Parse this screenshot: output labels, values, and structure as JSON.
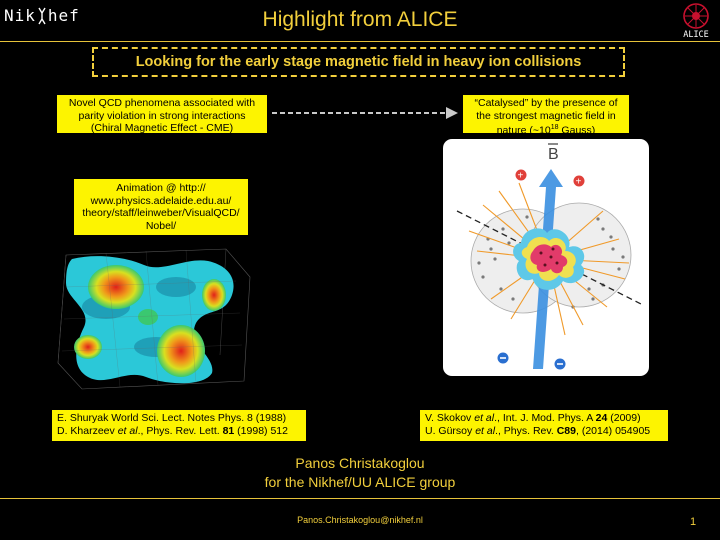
{
  "header": {
    "logo_left_1": "Nik",
    "logo_left_2": "hef",
    "title": "Highlight from ALICE",
    "logo_right_text": "ALICE"
  },
  "subtitle": "Looking for the early stage magnetic field in heavy ion collisions",
  "boxes": {
    "left_line1": "Novel QCD phenomena associated with",
    "left_line2": "parity violation in strong interactions",
    "left_line3": "(Chiral Magnetic Effect - CME)",
    "right_line1": "“Catalysed” by the presence of",
    "right_line2": "the strongest magnetic field in",
    "right_line3_pre": "nature (~10",
    "right_line3_sup": "18",
    "right_line3_post": " Gauss)",
    "anim_line1": "Animation @ http://",
    "anim_line2": "www.physics.adelaide.edu.au/",
    "anim_line3": "theory/staff/leinweber/VisualQCD/",
    "anim_line4": "Nobel/"
  },
  "figure": {
    "field_label": "B"
  },
  "references": {
    "left_1": "E. Shuryak World Sci. Lect. Notes Phys. 8 (1988)",
    "left_2_a": "D. Kharzeev ",
    "left_2_b": "et al",
    "left_2_c": "., Phys. Rev. Lett. ",
    "left_2_d": "81",
    "left_2_e": " (1998) 512",
    "right_1_a": "V. Skokov ",
    "right_1_b": "et al",
    "right_1_c": "., Int. J. Mod. Phys. A ",
    "right_1_d": "24",
    "right_1_e": " (2009)",
    "right_2_a": "U. Gürsoy ",
    "right_2_b": "et al",
    "right_2_c": "., Phys. Rev. ",
    "right_2_d": "C89",
    "right_2_e": ", (2014) 054905"
  },
  "footer": {
    "author_line1": "Panos Christakoglou",
    "author_line2": "for the Nikhef/UU ALICE group",
    "email": "Panos.Christakoglou@nikhef.nl",
    "page_number": "1"
  },
  "colors": {
    "accent": "#f2cf3c",
    "box": "#fdf400",
    "background": "#000000"
  }
}
